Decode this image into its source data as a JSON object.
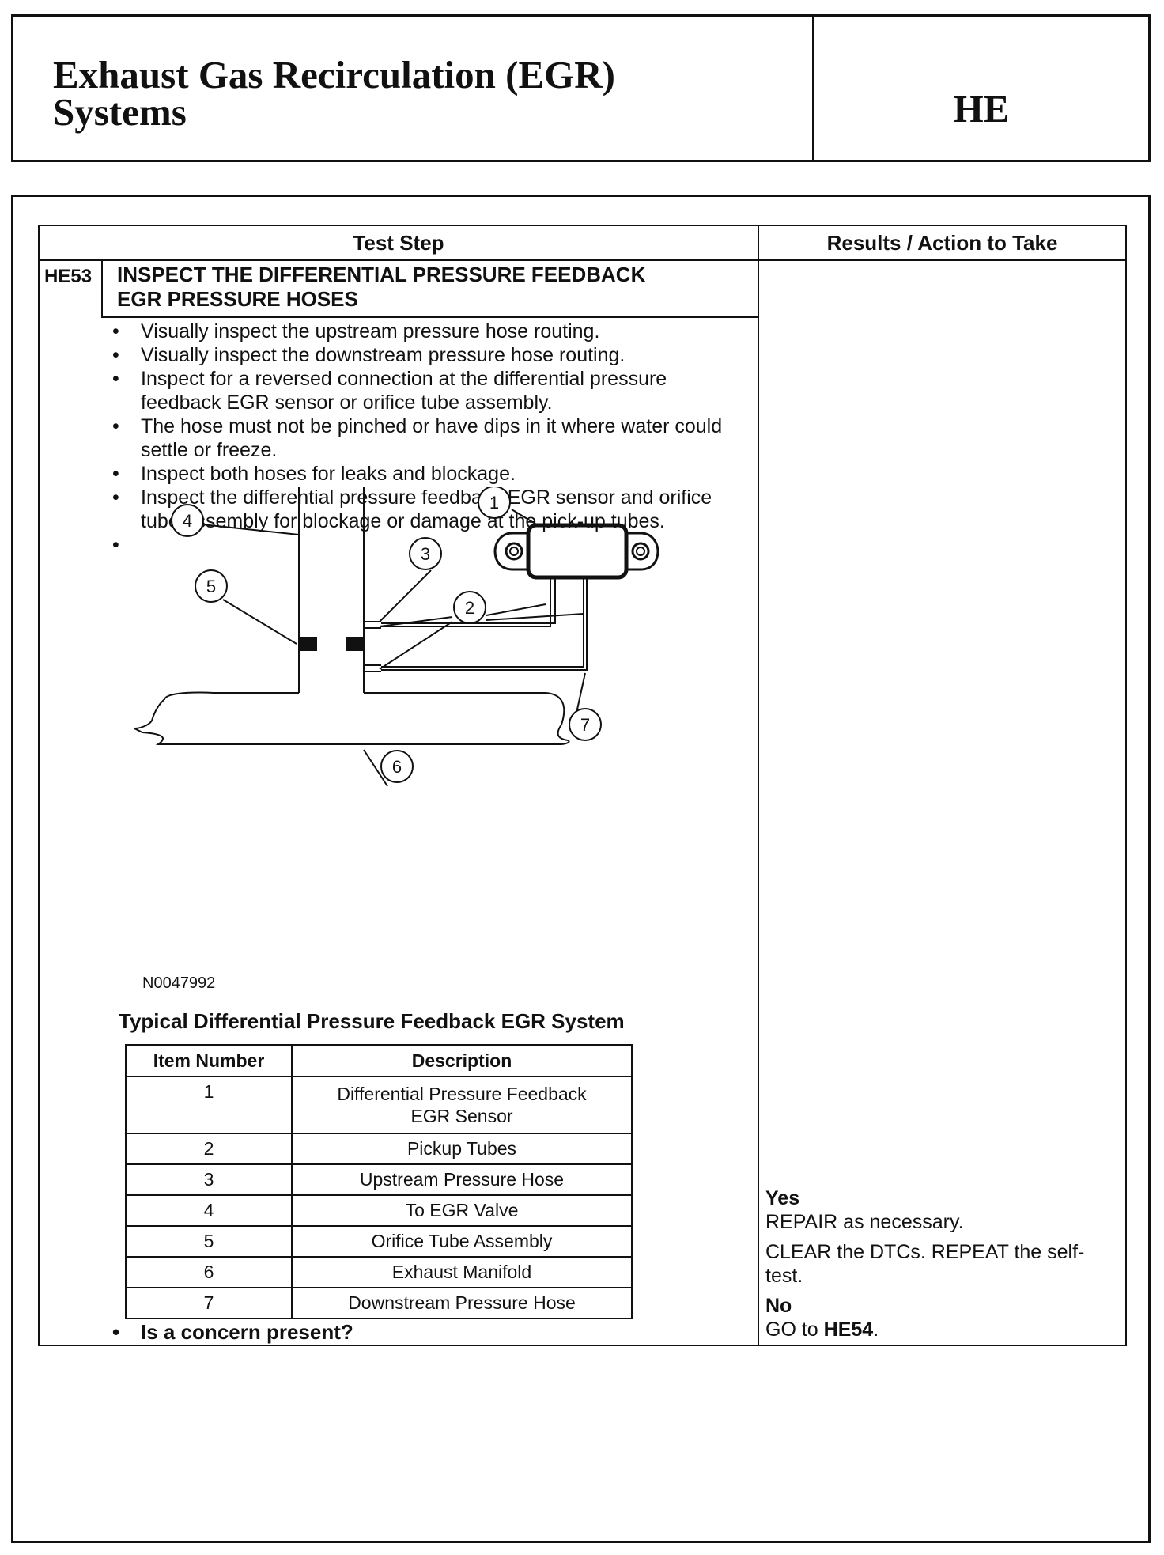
{
  "header": {
    "title_line1": "Exhaust Gas Recirculation (EGR)",
    "title_line2": "Systems",
    "section_code": "HE"
  },
  "table": {
    "col_test_step": "Test Step",
    "col_results": "Results / Action to Take",
    "step_id": "HE53",
    "step_title_line1": "INSPECT THE DIFFERENTIAL PRESSURE FEEDBACK",
    "step_title_line2": "EGR PRESSURE HOSES",
    "bullets": [
      "Visually inspect the upstream pressure hose routing.",
      "Visually inspect the downstream pressure hose routing.",
      "Inspect for a reversed connection at the differential pressure feedback EGR sensor or orifice tube assembly.",
      "The hose must not be pinched or have dips in it where water could settle or freeze.",
      "Inspect both hoses for leaks and blockage.",
      "Inspect the differential pressure feedback EGR sensor and orifice tube assembly for blockage or damage at the pick-up tubes.",
      ""
    ],
    "question": "Is a concern present?"
  },
  "figure": {
    "id": "N0047992",
    "caption": "Typical Differential Pressure Feedback EGR System",
    "callouts": [
      "1",
      "2",
      "3",
      "4",
      "5",
      "6",
      "7"
    ]
  },
  "items_table": {
    "col_item": "Item Number",
    "col_desc": "Description",
    "rows": [
      {
        "num": "1",
        "desc": "Differential Pressure Feedback EGR Sensor"
      },
      {
        "num": "2",
        "desc": "Pickup Tubes"
      },
      {
        "num": "3",
        "desc": "Upstream Pressure Hose"
      },
      {
        "num": "4",
        "desc": "To EGR Valve"
      },
      {
        "num": "5",
        "desc": "Orifice Tube Assembly"
      },
      {
        "num": "6",
        "desc": "Exhaust Manifold"
      },
      {
        "num": "7",
        "desc": "Downstream Pressure Hose"
      }
    ]
  },
  "results": {
    "yes_label": "Yes",
    "yes_action1": "REPAIR as necessary.",
    "yes_action2": "CLEAR the DTCs. REPEAT the self-test.",
    "no_label": "No",
    "no_action_prefix": "GO to",
    "no_action_code": "HE54",
    "no_action_suffix": "."
  }
}
